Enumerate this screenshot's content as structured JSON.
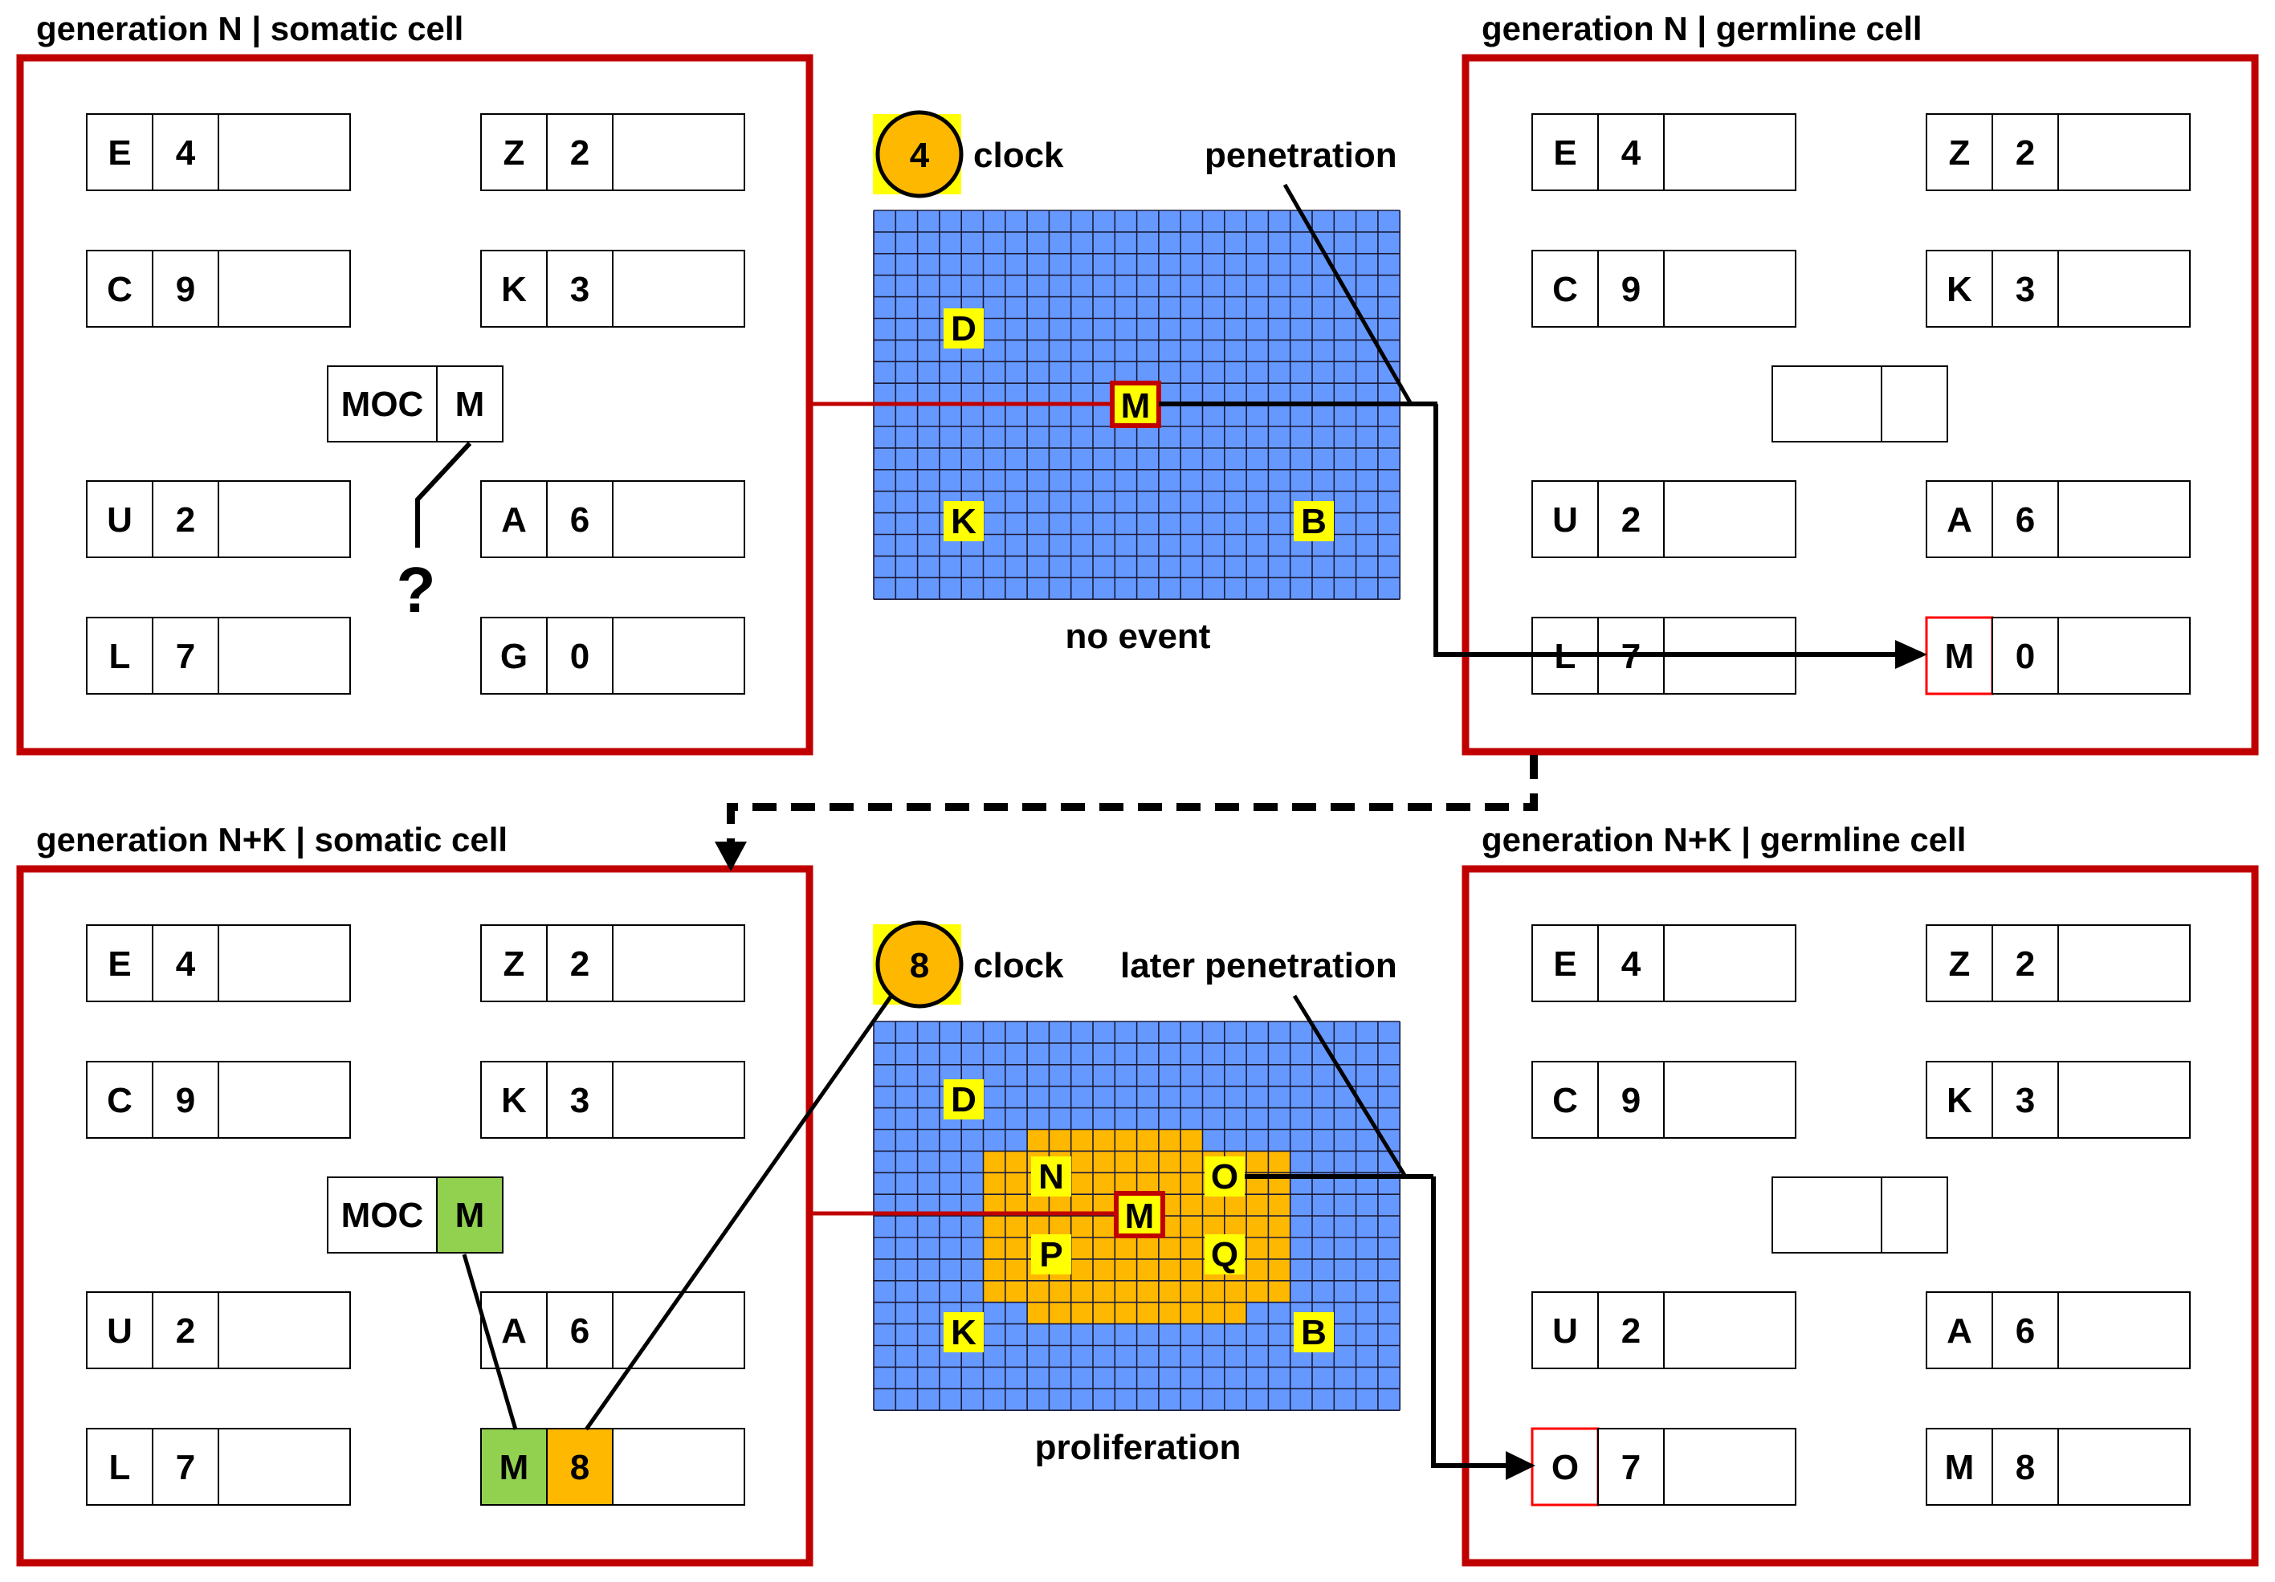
{
  "colors": {
    "frame": "#c00000",
    "grid_blue": "#6699ff",
    "grid_orange": "#ffb800",
    "label_yellow": "#ffff00",
    "clock_orange": "#ffb800",
    "green": "#92d050",
    "orange_cell": "#ffb800",
    "line": "#000000"
  },
  "top": {
    "somatic_title": "generation N  |  somatic cell",
    "germline_title": "generation N  |  germline cell",
    "clock_value": "4",
    "clock_label": "clock",
    "penetration_label": "penetration",
    "grid_caption": "no event",
    "grid_labels": [
      "D",
      "M",
      "K",
      "B"
    ],
    "somatic_rows": [
      [
        "E",
        "4"
      ],
      [
        "Z",
        "2"
      ],
      [
        "C",
        "9"
      ],
      [
        "K",
        "3"
      ],
      [
        "U",
        "2"
      ],
      [
        "A",
        "6"
      ],
      [
        "L",
        "7"
      ],
      [
        "G",
        "0"
      ]
    ],
    "somatic_moc": [
      "MOC",
      "M"
    ],
    "question": "?",
    "germline_rows": [
      [
        "E",
        "4"
      ],
      [
        "Z",
        "2"
      ],
      [
        "C",
        "9"
      ],
      [
        "K",
        "3"
      ],
      [
        "U",
        "2"
      ],
      [
        "A",
        "6"
      ],
      [
        "L",
        "7"
      ],
      [
        "M",
        "0"
      ]
    ]
  },
  "bottom": {
    "somatic_title": "generation N+K  |  somatic cell",
    "germline_title": "generation N+K  |  germline cell",
    "clock_value": "8",
    "clock_label": "clock",
    "penetration_label": "later penetration",
    "grid_caption": "proliferation",
    "grid_labels": [
      "D",
      "N",
      "O",
      "M",
      "P",
      "Q",
      "K",
      "B"
    ],
    "somatic_rows": [
      [
        "E",
        "4"
      ],
      [
        "Z",
        "2"
      ],
      [
        "C",
        "9"
      ],
      [
        "K",
        "3"
      ],
      [
        "U",
        "2"
      ],
      [
        "A",
        "6"
      ],
      [
        "L",
        "7"
      ],
      [
        "M",
        "8"
      ]
    ],
    "somatic_moc": [
      "MOC",
      "M"
    ],
    "germline_rows": [
      [
        "E",
        "4"
      ],
      [
        "Z",
        "2"
      ],
      [
        "C",
        "9"
      ],
      [
        "K",
        "3"
      ],
      [
        "U",
        "2"
      ],
      [
        "A",
        "6"
      ],
      [
        "O",
        "7"
      ],
      [
        "M",
        "8"
      ]
    ]
  }
}
